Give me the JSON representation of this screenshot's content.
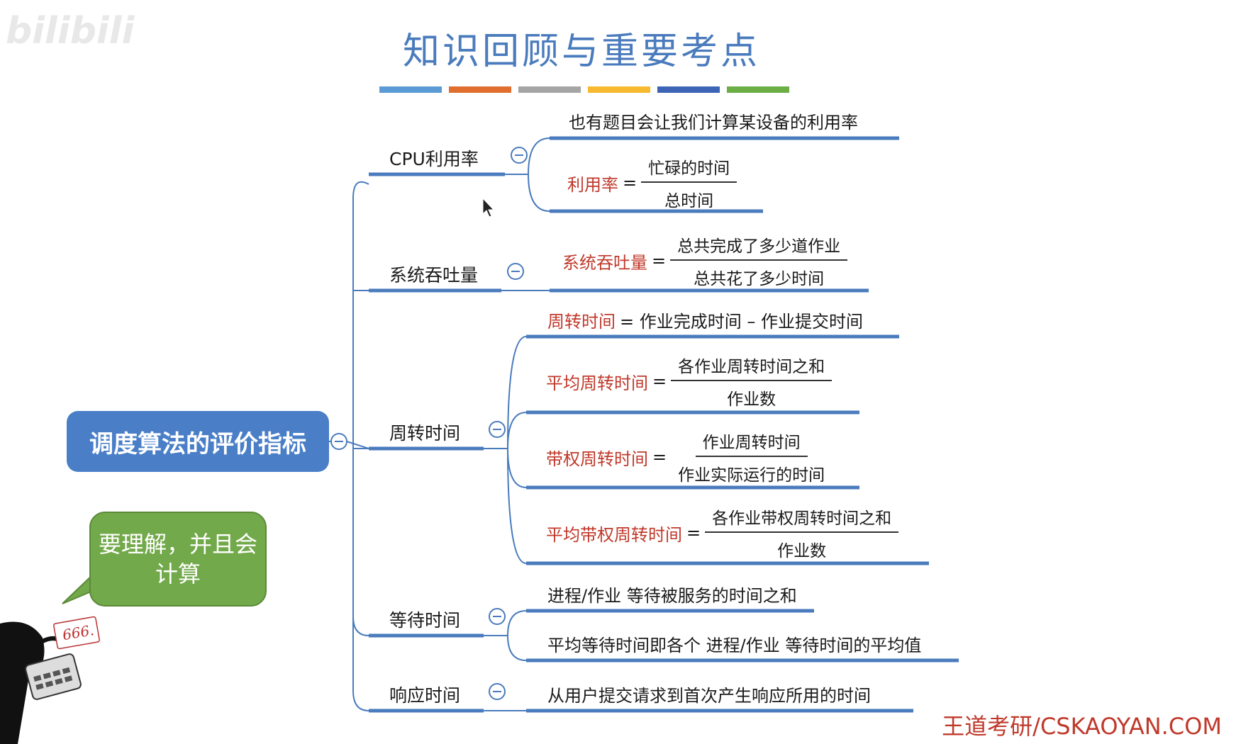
{
  "title": "知识回顾与重要考点",
  "title_bar_colors": [
    "#5b9bd5",
    "#e06e2e",
    "#a5a5a5",
    "#f7b92f",
    "#3e64b5",
    "#6aae45"
  ],
  "root": "调度算法的评价指标",
  "bubble_text": "要理解，并且会计算",
  "watermark": "bilibili",
  "footer": "王道考研/CSKAOYAN.COM",
  "line_color": "#4a7bbd",
  "accent_red": "#c0392b",
  "branches": {
    "cpu": {
      "label": "CPU利用率",
      "note": "也有题目会让我们计算某设备的利用率",
      "formula": {
        "name": "利用率",
        "eq": "=",
        "num": "忙碌的时间",
        "den": "总时间"
      }
    },
    "throughput": {
      "label": "系统吞吐量",
      "formula": {
        "name": "系统吞吐量",
        "eq": "=",
        "num": "总共完成了多少道作业",
        "den": "总共花了多少时间"
      }
    },
    "turnaround": {
      "label": "周转时间",
      "def": {
        "name": "周转时间",
        "text": "= 作业完成时间 – 作业提交时间"
      },
      "avg": {
        "name": "平均周转时间",
        "eq": "=",
        "num": "各作业周转时间之和",
        "den": "作业数"
      },
      "weighted": {
        "name": "带权周转时间",
        "eq": "=",
        "num": "作业周转时间",
        "den": "作业实际运行的时间"
      },
      "avg_weighted": {
        "name": "平均带权周转时间",
        "eq": "=",
        "num": "各作业带权周转时间之和",
        "den": "作业数"
      }
    },
    "waiting": {
      "label": "等待时间",
      "leaf1": "进程/作业 等待被服务的时间之和",
      "leaf2": "平均等待时间即各个 进程/作业 等待时间的平均值"
    },
    "response": {
      "label": "响应时间",
      "leaf": "从用户提交请求到首次产生响应所用的时间"
    }
  }
}
